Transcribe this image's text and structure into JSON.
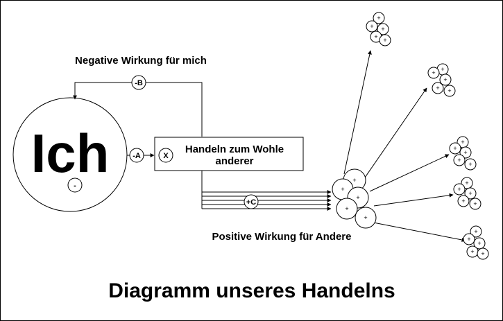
{
  "diagram": {
    "self_label": "Ich",
    "self_sign": "-",
    "negative_effect_label": "Negative Wirkung für mich",
    "positive_effect_label": "Positive Wirkung für Andere",
    "action_box": {
      "marker": "X",
      "line1": "Handeln zum Wohle",
      "line2": "anderer"
    },
    "node_a": "-A",
    "node_b": "-B",
    "node_c": "+C",
    "plus_sign": "+",
    "title": "Diagramm unseres Handelns"
  }
}
